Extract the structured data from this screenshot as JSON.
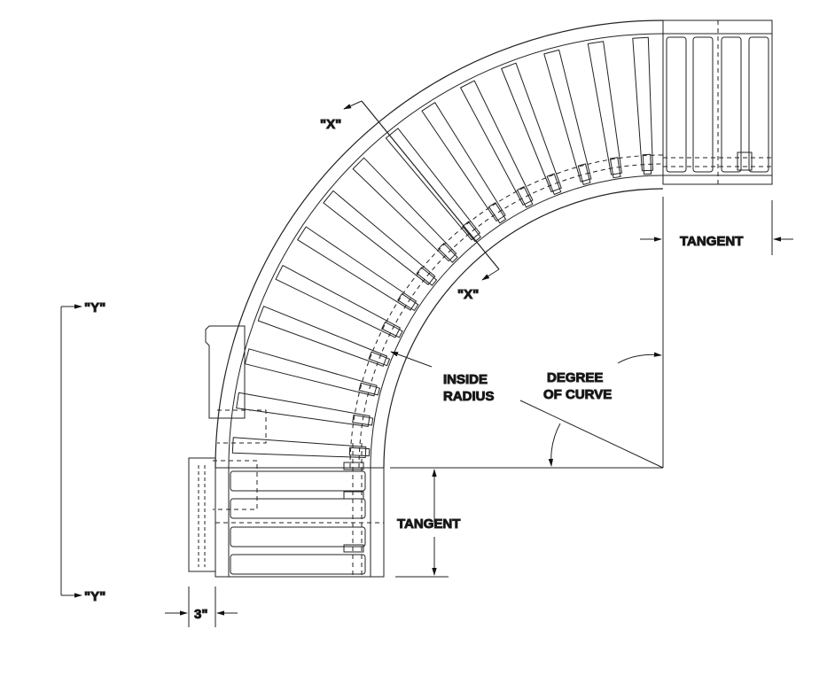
{
  "labels": {
    "x_top": "\"X\"",
    "x_bottom": "\"X\"",
    "y_top": "\"Y\"",
    "y_bottom": "\"Y\"",
    "tangent_top": "TANGENT",
    "tangent_bottom": "TANGENT",
    "inside_radius_line1": "INSIDE",
    "inside_radius_line2": "RADIUS",
    "degree_line1": "DEGREE",
    "degree_line2": "OF CURVE",
    "offset_dim": "3\""
  },
  "colors": {
    "line": "#222222",
    "background": "#ffffff"
  },
  "geometry": {
    "curve_degrees": 90,
    "roller_count": 15
  }
}
